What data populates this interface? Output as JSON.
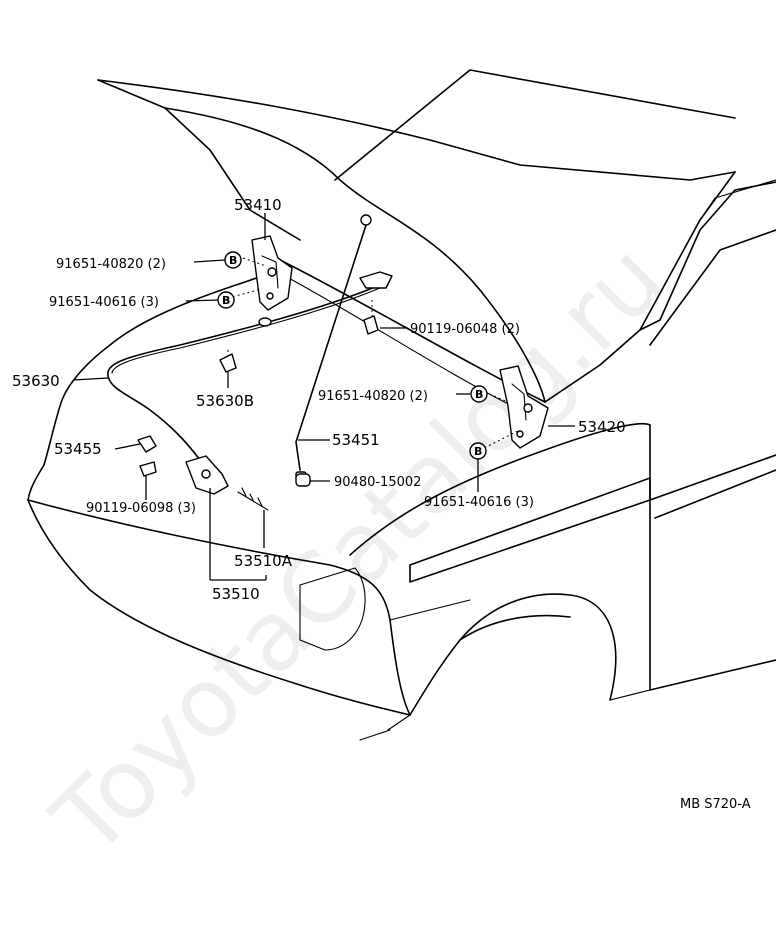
{
  "diagram": {
    "code": "MB S720-A",
    "watermark": "ToyotaCatalog.ru",
    "badge_letter": "B",
    "callouts": {
      "p53410": "53410",
      "p91651_40820_top": "91651-40820 (2)",
      "p91651_40616_top": "91651-40616 (3)",
      "p53630": "53630",
      "p53630B": "53630B",
      "p53455": "53455",
      "p90119_06098": "90119-06098 (3)",
      "p53510A": "53510A",
      "p53510": "53510",
      "p90119_06048": "90119-06048 (2)",
      "p91651_40820_mid": "91651-40820 (2)",
      "p53451": "53451",
      "p53420": "53420",
      "p90480_15002": "90480-15002",
      "p91651_40616_bot": "91651-40616 (3)"
    }
  }
}
